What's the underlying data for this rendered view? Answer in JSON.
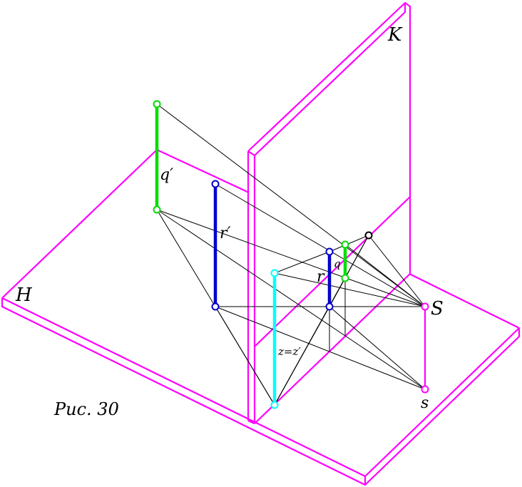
{
  "caption": "Рис. 30",
  "labels": {
    "plane_h": "H",
    "plane_k": "K",
    "q_prime": "q′",
    "r_prime": "r′",
    "q": "q",
    "r": "r",
    "z": "z=z′",
    "big_s": "S",
    "small_s": "s"
  },
  "colors": {
    "planes": "#ff00ff",
    "segment_q": "#00dd00",
    "segment_r": "#0000cc",
    "segment_z": "#00ffff",
    "thin_lines": "#000000"
  }
}
